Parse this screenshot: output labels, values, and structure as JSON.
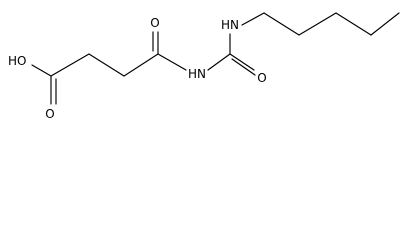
{
  "molecule": {
    "atom_labels": {
      "hydroxyl": "HO",
      "acid_carbonyl_oxygen": "O",
      "amide_carbonyl_oxygen": "O",
      "imide_nitrogen": "HN",
      "urea_carbonyl_oxygen": "O",
      "amine_nitrogen": "HN"
    }
  }
}
